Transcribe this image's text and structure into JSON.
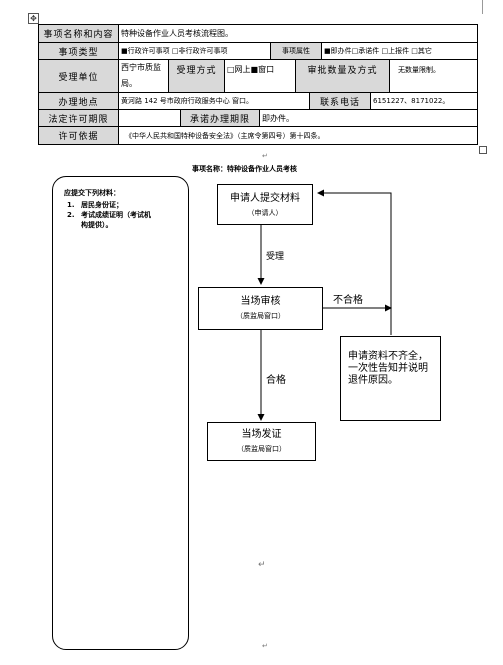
{
  "table": {
    "r1": {
      "label": "事项名称和内容",
      "value": "特种设备作业人员考核流程图。"
    },
    "r2": {
      "label": "事项类型",
      "types": "■行政许可事项  □非行政许可事项",
      "attr_label": "事项属性",
      "attrs": "■即办件□承诺件 □上报件 □其它"
    },
    "r3": {
      "label": "受理单位",
      "value": "西宁市质监局。",
      "mode_label": "受理方式",
      "mode_value": "□网上■窗口",
      "limit_label": "审批数量及方式",
      "limit_value": "无数量限制。"
    },
    "r4": {
      "label": "办理地点",
      "value": "黄河路 142 号市政府行政服务中心 窗口。",
      "phone_label": "联系电话",
      "phone_value": "6151227、8171022。"
    },
    "r5": {
      "label": "法定许可期限",
      "value": "",
      "promise_label": "承诺办理期限",
      "promise_value": "即办件。"
    },
    "r6": {
      "label": "许可依据",
      "value": "《中华人民共和国特种设备安全法》（主席令第四号）第十四条。"
    }
  },
  "flow": {
    "title": "事项名称：特种设备作业人员考核",
    "materials_title": "应提交下列材料：",
    "materials": [
      {
        "num": "1.",
        "text": "居民身份证；"
      },
      {
        "num": "2.",
        "text": "考试成绩证明（考试机构提供）。"
      }
    ],
    "step1": {
      "title": "申请人提交材料",
      "sub": "（申请人）"
    },
    "label_accept": "受理",
    "step2": {
      "title": "当场审核",
      "sub": "（质监局窗口）"
    },
    "label_fail": "不合格",
    "label_pass": "合格",
    "step3": {
      "title": "当场发证",
      "sub": "（质监局窗口）"
    },
    "reject_note": "申请资料不齐全，一次性告知并说明退件原因。"
  }
}
